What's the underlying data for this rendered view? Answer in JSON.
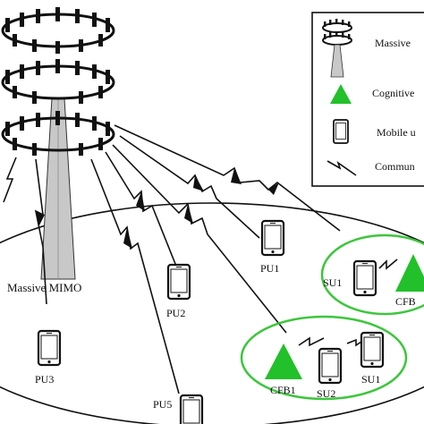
{
  "colors": {
    "ellipse_green": "#3cc63c",
    "triangle_green": "#22c02a",
    "tower_fill": "#c8c8c8",
    "ink": "#111111"
  },
  "tower": {
    "label": "Massive MIMO"
  },
  "legend": {
    "items": [
      {
        "icon": "tower-icon",
        "label": "Massive"
      },
      {
        "icon": "triangle-icon",
        "label": "Cognitive"
      },
      {
        "icon": "phone-icon",
        "label": "Mobile u"
      },
      {
        "icon": "lightning-icon",
        "label": "Commun"
      }
    ]
  },
  "nodes": {
    "pu1": "PU1",
    "pu2": "PU2",
    "pu3": "PU3",
    "pu5": "PU5",
    "su1_top": "SU1",
    "cfb_top": "CFB",
    "cfb1": "CFB1",
    "su2": "SU2",
    "su1_bottom": "SU1"
  }
}
